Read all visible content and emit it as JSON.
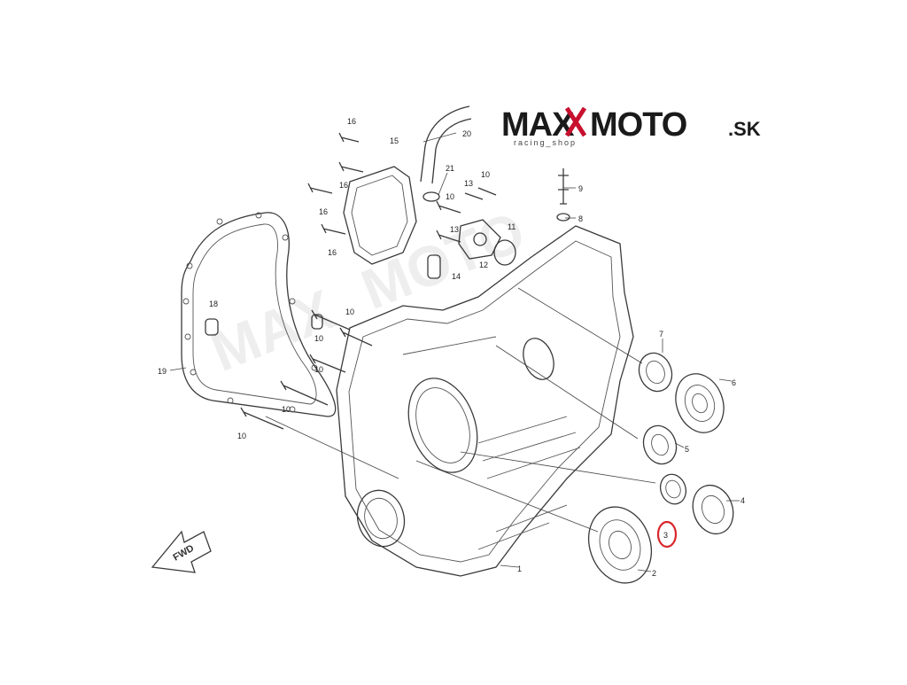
{
  "logo": {
    "brand_max": "MAX",
    "brand_moto": "MOTO",
    "brand_tld": ".SK",
    "tagline": "racing_shop"
  },
  "direction_arrow": {
    "label": "FWD"
  },
  "callouts": [
    {
      "id": "c1",
      "label": "1"
    },
    {
      "id": "c2",
      "label": "2"
    },
    {
      "id": "c3",
      "label": "3",
      "highlighted": true
    },
    {
      "id": "c4",
      "label": "4"
    },
    {
      "id": "c5",
      "label": "5"
    },
    {
      "id": "c6",
      "label": "6"
    },
    {
      "id": "c7",
      "label": "7"
    },
    {
      "id": "c8",
      "label": "8"
    },
    {
      "id": "c9",
      "label": "9"
    },
    {
      "id": "c10a",
      "label": "10"
    },
    {
      "id": "c10b",
      "label": "10"
    },
    {
      "id": "c10c",
      "label": "10"
    },
    {
      "id": "c10d",
      "label": "10"
    },
    {
      "id": "c10e",
      "label": "10"
    },
    {
      "id": "c10f",
      "label": "10"
    },
    {
      "id": "c10g",
      "label": "10"
    },
    {
      "id": "c11",
      "label": "11"
    },
    {
      "id": "c12",
      "label": "12"
    },
    {
      "id": "c13a",
      "label": "13"
    },
    {
      "id": "c13b",
      "label": "13"
    },
    {
      "id": "c14",
      "label": "14"
    },
    {
      "id": "c15",
      "label": "15"
    },
    {
      "id": "c16a",
      "label": "16"
    },
    {
      "id": "c16b",
      "label": "16"
    },
    {
      "id": "c16c",
      "label": "16"
    },
    {
      "id": "c16d",
      "label": "16"
    },
    {
      "id": "c18",
      "label": "18"
    },
    {
      "id": "c19",
      "label": "19"
    },
    {
      "id": "c20",
      "label": "20"
    },
    {
      "id": "c21",
      "label": "21"
    }
  ],
  "colors": {
    "highlight": "#d9262b",
    "logo_red": "#c8102e",
    "logo_dark": "#1a1a1a",
    "line": "#3a3a3a"
  }
}
